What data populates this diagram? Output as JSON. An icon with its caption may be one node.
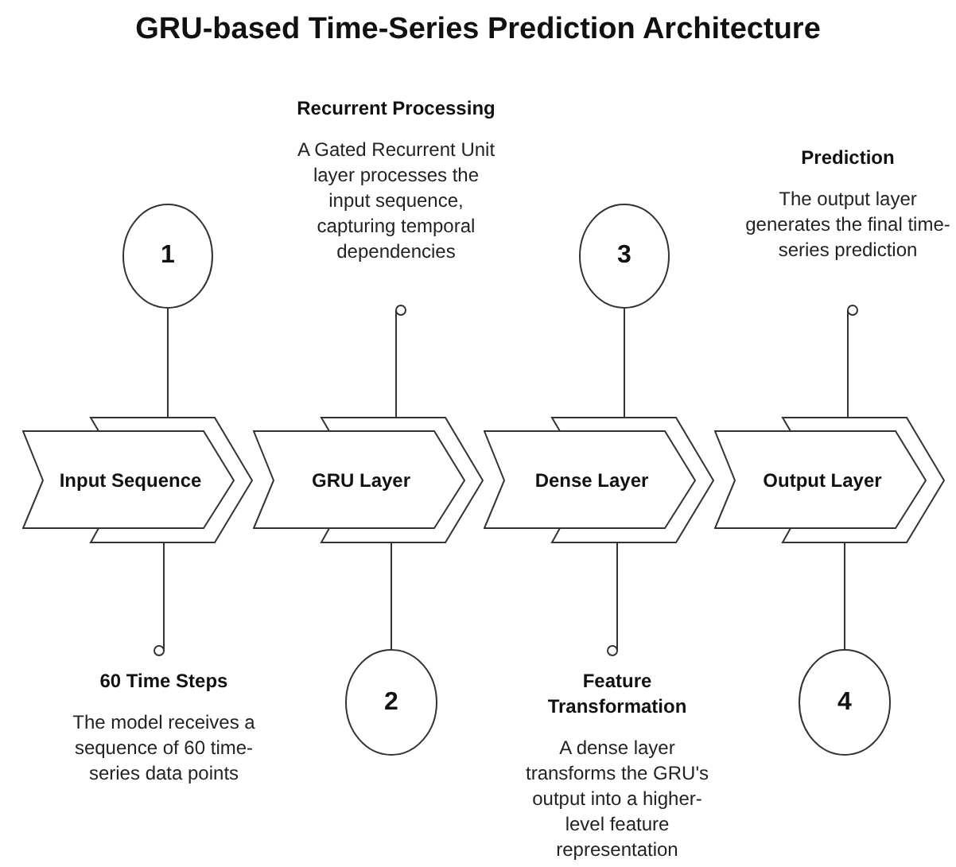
{
  "diagram": {
    "title": "GRU-based Time-Series Prediction Architecture",
    "nodes": [
      {
        "text": [
          "Input Sequence"
        ]
      },
      {
        "text": [
          "GRU Layer"
        ]
      },
      {
        "text": [
          "Dense Layer"
        ]
      },
      {
        "text": [
          "Output Layer"
        ]
      },
      {
        "text": [
          "1"
        ]
      },
      {
        "text": [
          "2"
        ]
      },
      {
        "text": [
          "3"
        ]
      },
      {
        "text": [
          "4"
        ]
      },
      {
        "text": [
          "Recurrent Processing",
          "A Gated Recurrent Unit layer processes the input sequence, capturing temporal dependencies"
        ]
      },
      {
        "text": [
          "Prediction",
          "The output layer generates the final time-series prediction"
        ]
      },
      {
        "text": [
          "60 Time Steps",
          "The model receives a sequence of 60 time-series data points"
        ]
      },
      {
        "text": [
          "Feature Transformation",
          "A dense layer transforms the GRU's output into a higher-level feature representation"
        ]
      }
    ],
    "edges": [
      {
        "from": 4,
        "to": 0,
        "arrow": "none"
      },
      {
        "from": 1,
        "to": 8,
        "arrow": "other"
      },
      {
        "from": 6,
        "to": 2,
        "arrow": "none"
      },
      {
        "from": 3,
        "to": 9,
        "arrow": "other"
      },
      {
        "from": 0,
        "to": 10,
        "arrow": "other"
      },
      {
        "from": 5,
        "to": 1,
        "arrow": "none"
      },
      {
        "from": 2,
        "to": 11,
        "arrow": "other"
      },
      {
        "from": 7,
        "to": 3,
        "arrow": "none"
      }
    ]
  }
}
